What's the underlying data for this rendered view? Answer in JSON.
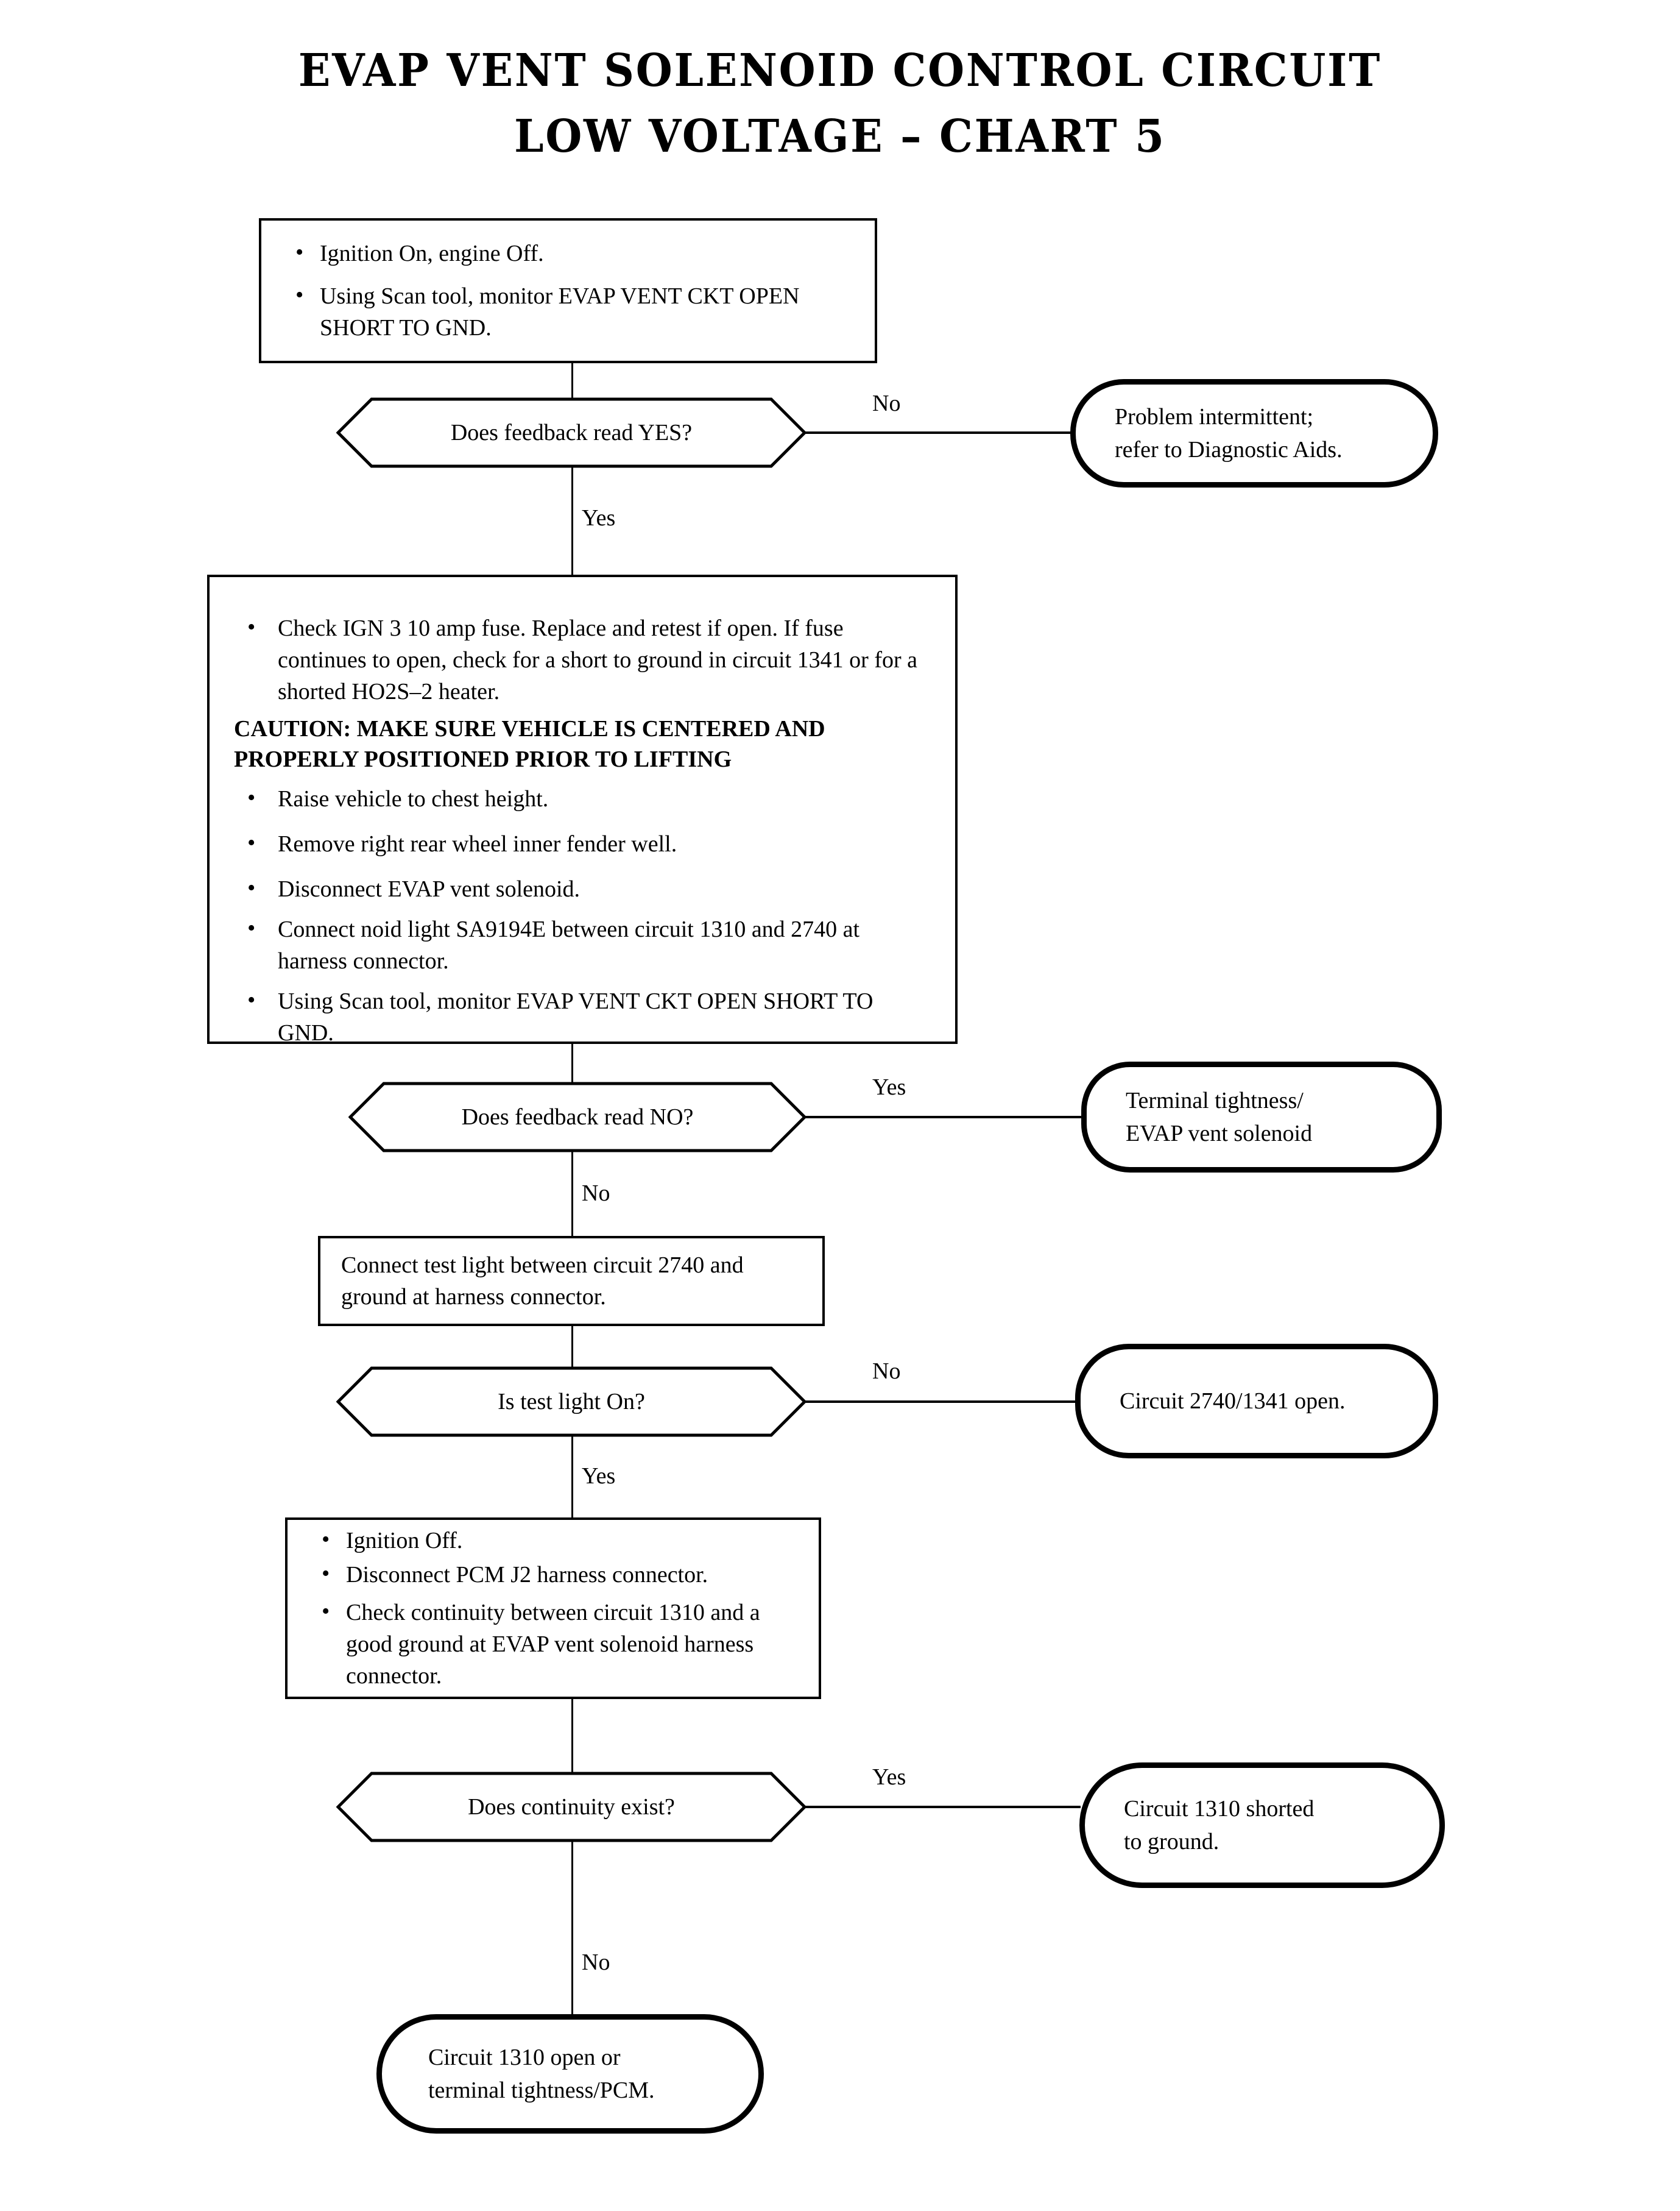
{
  "document": {
    "title_line1": "EVAP VENT SOLENOID CONTROL CIRCUIT",
    "title_line2": "LOW VOLTAGE – CHART 5",
    "title_full": "EVAP VENT SOLENOID CONTROL CIRCUIT\nLOW VOLTAGE – CHART 5"
  },
  "colors": {
    "ink": "#000000",
    "paper": "#ffffff"
  },
  "flow": {
    "step1": {
      "type": "process",
      "bullets": [
        "Ignition On, engine Off.",
        "Using Scan tool, monitor EVAP VENT CKT OPEN SHORT TO GND."
      ]
    },
    "decision1": {
      "type": "decision",
      "text": "Does feedback read YES?",
      "branch_no_label": "No",
      "branch_yes_label": "Yes"
    },
    "terminal1": {
      "type": "terminator",
      "text": "Problem intermittent;\nrefer to Diagnostic Aids."
    },
    "step2": {
      "type": "process",
      "bullets": [
        "Check IGN 3 10 amp fuse. Replace and retest if open. If fuse continues to open, check for a short to ground in circuit 1341 or for a shorted HO2S–2 heater."
      ],
      "caution": "CAUTION: MAKE SURE VEHICLE IS CENTERED AND PROPERLY POSITIONED PRIOR TO LIFTING",
      "bullets_after": [
        "Raise vehicle to chest height.",
        "Remove right rear wheel inner fender well.",
        "Disconnect EVAP vent solenoid.",
        "Connect noid light SA9194E between circuit 1310 and 2740 at harness connector.",
        "Using Scan tool, monitor EVAP VENT CKT OPEN SHORT TO GND."
      ]
    },
    "decision2": {
      "type": "decision",
      "text": "Does feedback read NO?",
      "branch_yes_label": "Yes",
      "branch_no_label": "No"
    },
    "terminal2": {
      "type": "terminator",
      "text": "Terminal tightness/\nEVAP vent solenoid"
    },
    "step3": {
      "type": "process",
      "text": "Connect test light between circuit 2740 and ground at harness connector."
    },
    "decision3": {
      "type": "decision",
      "text": "Is test light On?",
      "branch_no_label": "No",
      "branch_yes_label": "Yes"
    },
    "terminal3": {
      "type": "terminator",
      "text": "Circuit 2740/1341 open."
    },
    "step4": {
      "type": "process",
      "bullets": [
        "Ignition Off.",
        "Disconnect PCM J2 harness connector.",
        "Check continuity between circuit 1310 and a good ground at EVAP vent solenoid harness connector."
      ]
    },
    "decision4": {
      "type": "decision",
      "text": "Does continuity exist?",
      "branch_yes_label": "Yes",
      "branch_no_label": "No"
    },
    "terminal4": {
      "type": "terminator",
      "text": "Circuit 1310 shorted\nto ground."
    },
    "terminal5": {
      "type": "terminator",
      "text": "Circuit 1310 open or\nterminal tightness/PCM."
    }
  }
}
